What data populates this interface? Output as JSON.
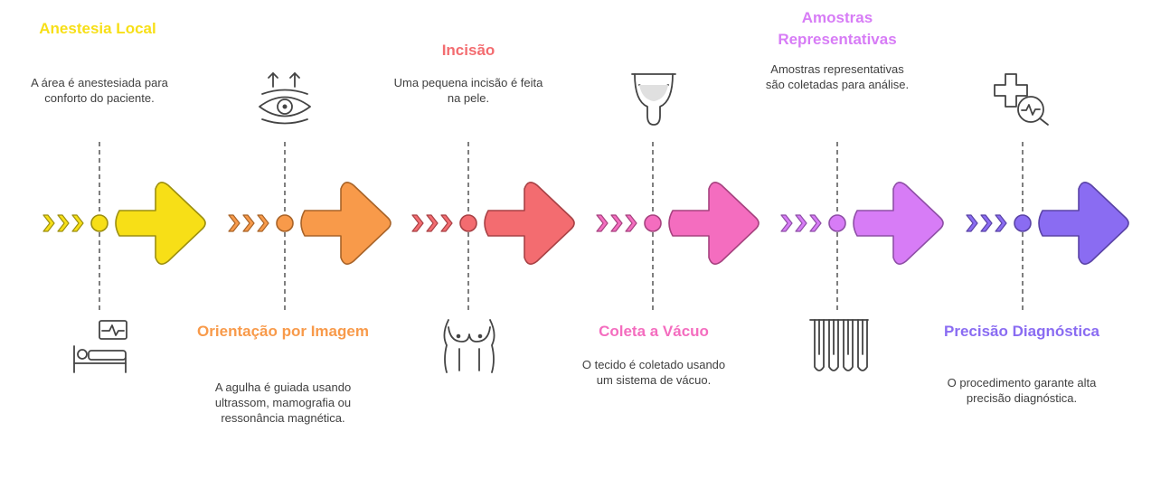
{
  "steps": [
    {
      "title": "Anestesia Local",
      "description": "A área é anestesiada para conforto do paciente.",
      "color": "#f7df17",
      "dark": "#9c8f10",
      "icon": "patient-monitor-icon",
      "text_position": "top"
    },
    {
      "title": "Orientação por Imagem",
      "description": "A agulha é guiada usando ultrassom, mamografia ou ressonância magnética.",
      "color": "#f89a4a",
      "dark": "#a86328",
      "icon": "eye-scan-icon",
      "text_position": "bottom"
    },
    {
      "title": "Incisão",
      "description": "Uma pequena incisão é feita na pele.",
      "color": "#f36c70",
      "dark": "#a84145",
      "icon": "breast-anatomy-icon",
      "text_position": "top"
    },
    {
      "title": "Coleta a Vácuo",
      "description": "O tecido é coletado usando um sistema de vácuo.",
      "color": "#f46dbf",
      "dark": "#a6427f",
      "icon": "vacuum-cup-icon",
      "text_position": "bottom"
    },
    {
      "title": "Amostras Representativas",
      "description": "Amostras representativas são coletadas para análise.",
      "color": "#d77cf6",
      "dark": "#8e4fa6",
      "icon": "test-tubes-icon",
      "text_position": "top"
    },
    {
      "title": "Precisão Diagnóstica",
      "description": "O procedimento garante alta precisão diagnóstica.",
      "color": "#8a6cf2",
      "dark": "#5a43a6",
      "icon": "medical-analysis-icon",
      "text_position": "bottom"
    }
  ]
}
